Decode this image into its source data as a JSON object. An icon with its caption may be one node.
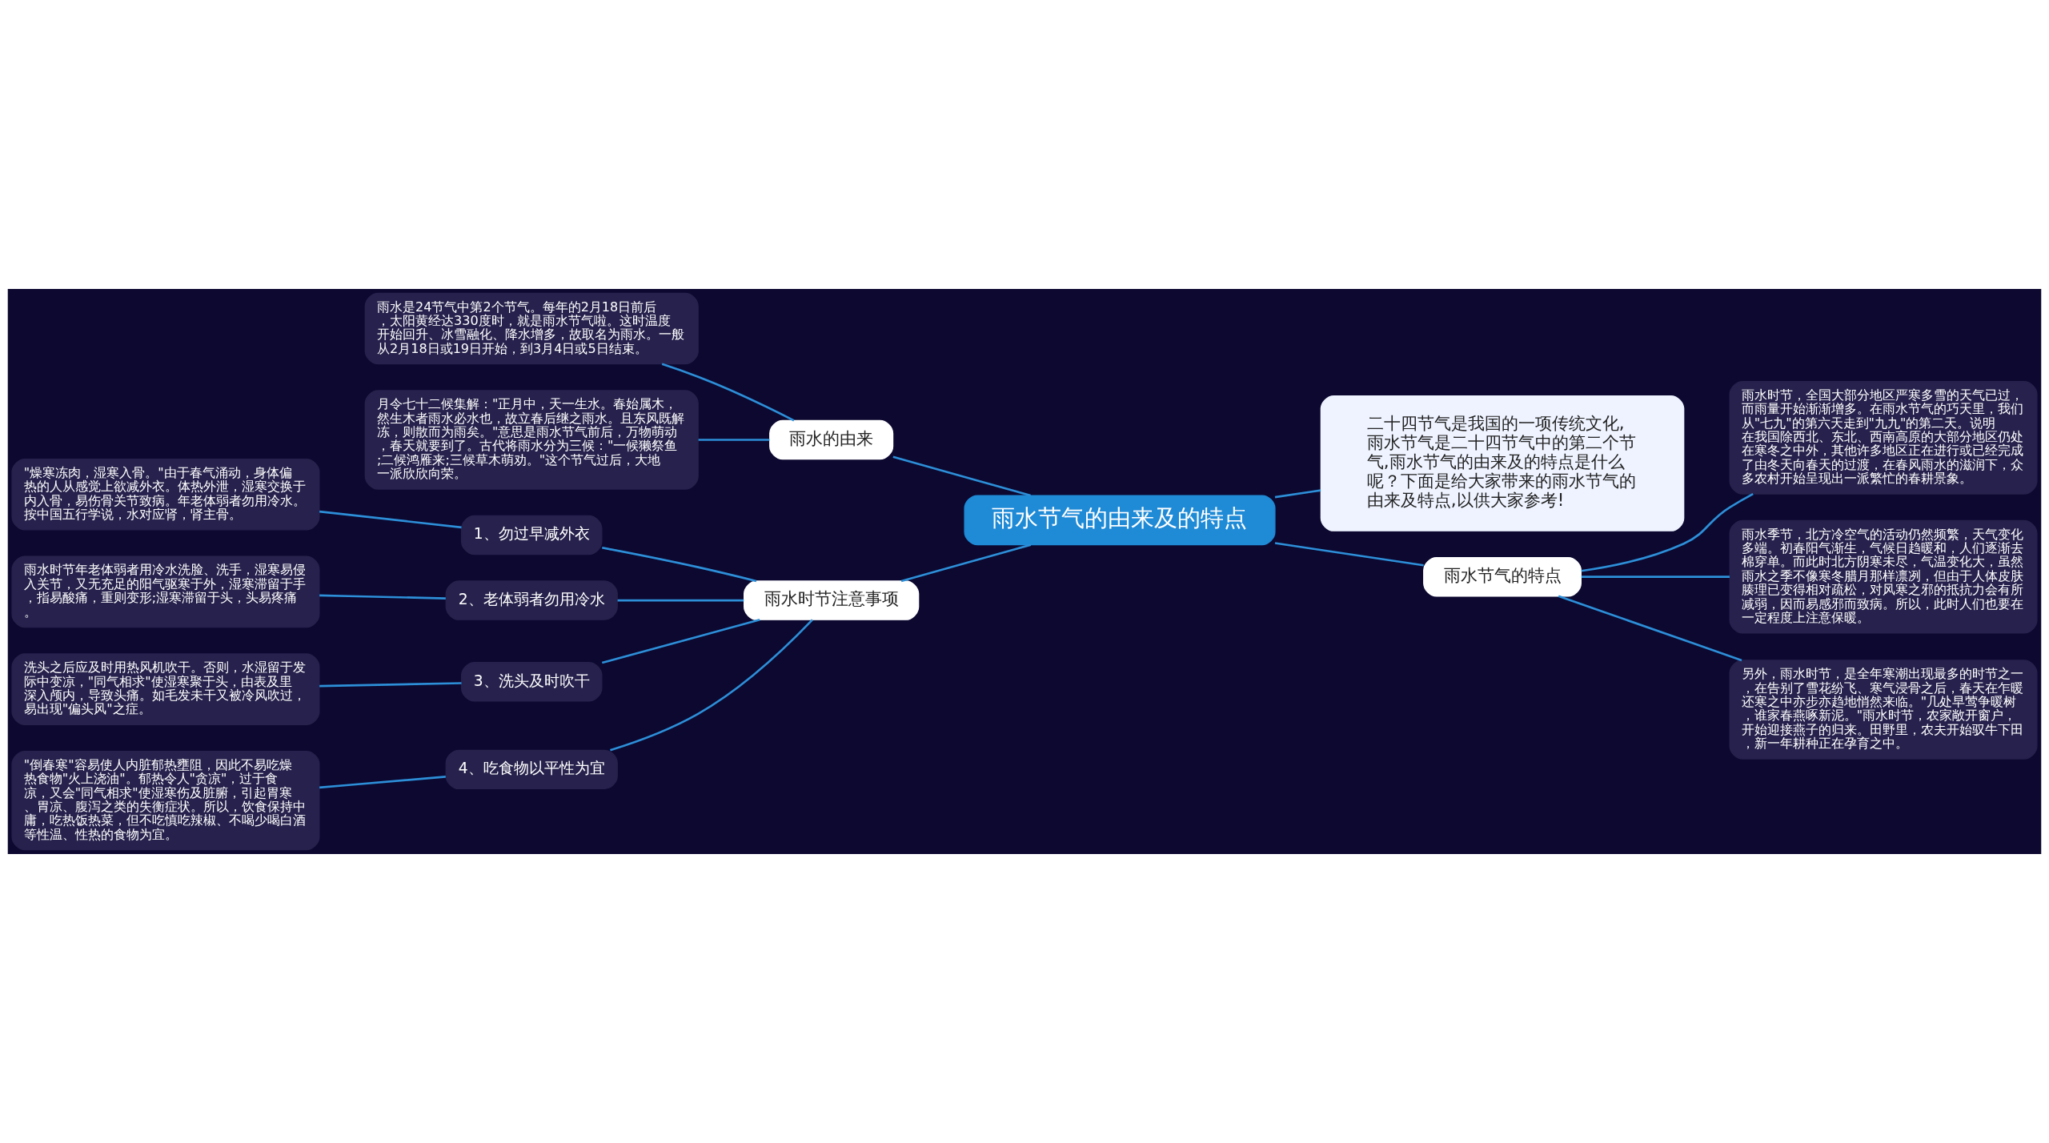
{
  "diagram": {
    "nodes": [
      {
        "text": [
          "雨水节气的由来及的特点"
        ]
      },
      {
        "text": [
          "雨水的由来"
        ]
      },
      {
        "text": [
          "雨水是24节气中第2个节气。每年的2月18日前后，太阳黄经达330度时，就是雨水节气啦。这时温度开始回升、冰雪融化、降水增多，故取名为雨水。一般从2月18日或19日开始，到3月4日或5日结束。"
        ]
      },
      {
        "text": [
          "月令七十二候集解：\"正月中，天一生水。春始属木，然生木者雨水必水也，故立春后继之雨水。且东风既解冻，则散而为雨矣。\"意思是雨水节气前后，万物萌动，春天就要到了。古代将雨水分为三候：\"一候獭祭鱼;二候鸿雁来;三候草木萌劝。\"这个节气过后，大地一派欣欣向荣。"
        ]
      },
      {
        "text": [
          "二十四节气是我国的一项传统文化,雨水节气是二十四节气中的第二个节气,雨水节气的由来及的特点是什么呢？下面是给大家带来的雨水节气的由来及特点,以供大家参考!"
        ]
      },
      {
        "text": [
          "雨水节气的特点"
        ]
      },
      {
        "text": [
          "雨水时节，全国大部分地区严寒多雪的天气已过，而雨量开始渐渐增多。在雨水节气的巧天里，我们从\"七九\"的第六天走到\"九九\"的第二天。说明在我国除西北、东北、西南高原的大部分地区仍处在寒冬之中外，其他许多地区正在进行或已经完成了由冬天向春天的过渡，在春风雨水的滋润下，众多农村开始呈现出一派繁忙的春耕景象。"
        ]
      },
      {
        "text": [
          "雨水季节，北方冷空气的活动仍然频繁，天气变化多端。初春阳气渐生，气候日趋暖和，人们逐渐去棉穿单。而此时北方阴寒未尽，气温变化大，虽然雨水之季不像寒冬腊月那样凛冽，但由于人体皮肤腠理已变得相对疏松，对风寒之邪的抵抗力会有所减弱，因而易感邪而致病。所以，此时人们也要在一定程度上注意保暖。"
        ]
      },
      {
        "text": [
          "另外，雨水时节，是全年寒潮出现最多的时节之一，在告别了雪花纷飞、寒气浸骨之后，春天在乍暖还寒之中亦步亦趋地悄然来临。\"几处早莺争暖树，谁家春燕啄新泥。\"雨水时节，农家敞开窗户，开始迎接燕子的归来。田野里，农夫开始驭牛下田，新一年耕种正在孕育之中。"
        ]
      },
      {
        "text": [
          "雨水时节注意事项"
        ]
      },
      {
        "text": [
          "1、勿过早减外衣"
        ]
      },
      {
        "text": [
          "\"燥寒冻肉，湿寒入骨。\"由于春气涌动，身体偏热的人从感觉上欲减外衣。体热外泄，湿寒交换于内入骨，易伤骨关节致病。年老体弱者勿用冷水。按中国五行学说，水对应肾，肾主骨。"
        ]
      },
      {
        "text": [
          "2、老体弱者勿用冷水"
        ]
      },
      {
        "text": [
          "雨水时节年老体弱者用冷水洗脸、洗手，湿寒易侵入关节，又无充足的阳气驱寒于外，湿寒滞留于手，指易酸痛，重则变形;湿寒滞留于头，头易疼痛。"
        ]
      },
      {
        "text": [
          "3、洗头及时吹干"
        ]
      },
      {
        "text": [
          "洗头之后应及时用热风机吹干。否则，水湿留于发际中变凉，\"同气相求\"使湿寒聚于头，由表及里深入颅内，导致头痛。如毛发未干又被冷风吹过，易出现\"偏头风\"之症。"
        ]
      },
      {
        "text": [
          "4、吃食物以平性为宜"
        ]
      },
      {
        "text": [
          "\"倒春寒\"容易使人内脏郁热壅阻，因此不易吃燥热食物\"火上浇油\"。郁热令人\"贪凉\"，过于食凉，又会\"同气相求\"使湿寒伤及脏腑，引起胃寒、胃凉、腹泻之类的失衡症状。所以，饮食保持中庸，吃热饭热菜，但不吃慎吃辣椒、不喝少喝白酒等性温、性热的食物为宜。"
        ]
      }
    ],
    "edges": [
      {
        "from": 0,
        "to": 1,
        "arrow": "none"
      },
      {
        "from": 1,
        "to": 2,
        "arrow": "none"
      },
      {
        "from": 1,
        "to": 3,
        "arrow": "none"
      },
      {
        "from": 0,
        "to": 4,
        "arrow": "none"
      },
      {
        "from": 0,
        "to": 5,
        "arrow": "none"
      },
      {
        "from": 5,
        "to": 6,
        "arrow": "none"
      },
      {
        "from": 5,
        "to": 7,
        "arrow": "none"
      },
      {
        "from": 5,
        "to": 8,
        "arrow": "none"
      },
      {
        "from": 0,
        "to": 9,
        "arrow": "none"
      },
      {
        "from": 9,
        "to": 10,
        "arrow": "none"
      },
      {
        "from": 9,
        "to": 12,
        "arrow": "none"
      },
      {
        "from": 9,
        "to": 14,
        "arrow": "none"
      },
      {
        "from": 9,
        "to": 16,
        "arrow": "none"
      },
      {
        "from": 10,
        "to": 11,
        "arrow": "none"
      },
      {
        "from": 12,
        "to": 13,
        "arrow": "none"
      },
      {
        "from": 14,
        "to": 15,
        "arrow": "none"
      },
      {
        "from": 16,
        "to": 17,
        "arrow": "none"
      }
    ]
  }
}
